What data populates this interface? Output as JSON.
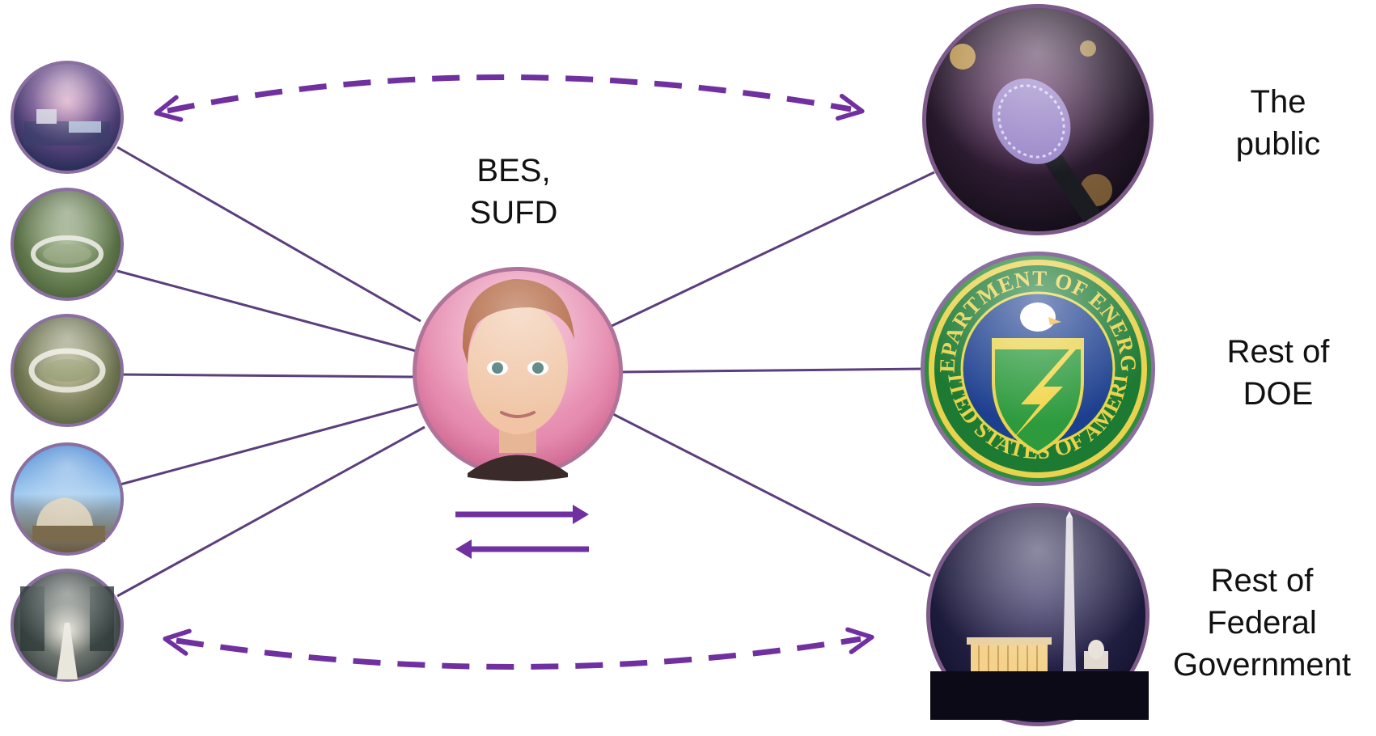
{
  "center": {
    "label_line1": "BES,",
    "label_line2": "SUFD",
    "icon": "person-avatar-icon"
  },
  "facilities": [
    {
      "icon": "lab-campus-sunset-photo"
    },
    {
      "icon": "ring-synchrotron-aerial-photo"
    },
    {
      "icon": "ring-synchrotron-aerial-photo"
    },
    {
      "icon": "domed-building-by-bay-photo"
    },
    {
      "icon": "accelerator-tunnel-photo"
    }
  ],
  "stakeholders": [
    {
      "line1": "The",
      "line2": "public",
      "icon": "microphone-icon"
    },
    {
      "line1": "Rest of",
      "line2": "DOE",
      "icon": "doe-seal-icon",
      "seal_text_top": "DEPARTMENT OF ENERGY",
      "seal_text_bottom": "UNITED STATES OF AMERICA"
    },
    {
      "line1": "Rest of",
      "line2": "Federal",
      "line3": "Government",
      "icon": "washington-monument-night-photo"
    }
  ],
  "colors": {
    "accent": "#7030a0",
    "connector": "#5b3f7c",
    "text": "#111111"
  }
}
